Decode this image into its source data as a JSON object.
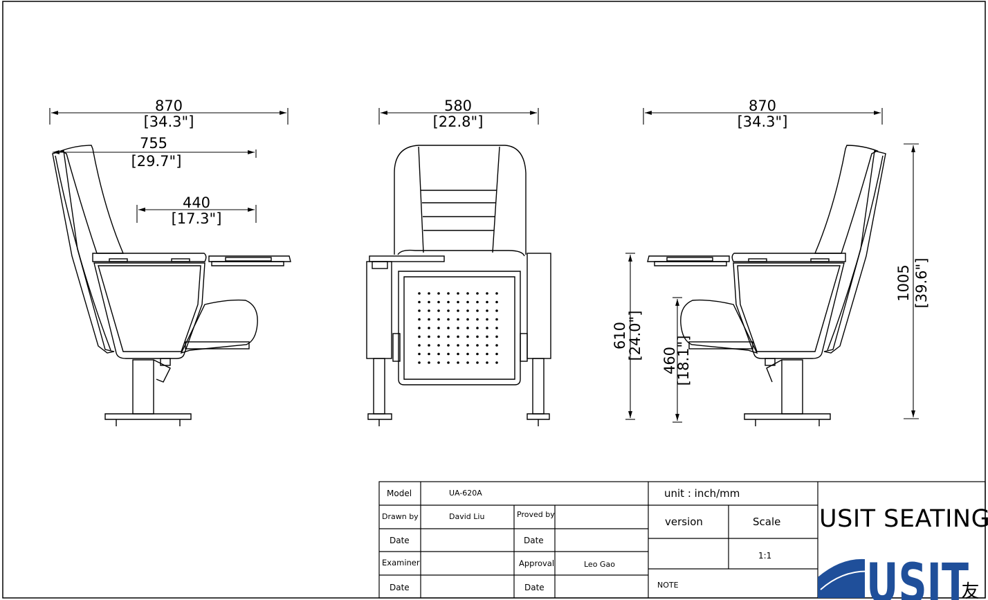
{
  "dimensions": {
    "side_left": {
      "overall_width": {
        "mm": "870",
        "in": "[34.3\"]"
      },
      "back_depth": {
        "mm": "755",
        "in": "[29.7\"]"
      },
      "seat_depth": {
        "mm": "440",
        "in": "[17.3\"]"
      }
    },
    "front": {
      "width": {
        "mm": "580",
        "in": "[22.8\"]"
      }
    },
    "side_right": {
      "overall_width": {
        "mm": "870",
        "in": "[34.3\"]"
      },
      "armrest_height": {
        "mm": "610",
        "in": "[24.0\"]"
      },
      "seat_height": {
        "mm": "460",
        "in": "[18.1\"]"
      },
      "overall_height": {
        "mm": "1005",
        "in": "[39.6\"]"
      }
    }
  },
  "title_block": {
    "model_label": "Model",
    "model_value": "UA-620A",
    "drawn_by_label": "Drawn by",
    "drawn_by_value": "David Liu",
    "proved_by_label": "Proved by",
    "date_label": "Date",
    "examiner_label": "Examiner",
    "approval_label": "Approval",
    "approval_value": "Leo Gao",
    "unit": "unit : inch/mm",
    "version_label": "version",
    "scale_label": "Scale",
    "scale_value": "1:1",
    "note_label": "NOTE",
    "company": "USIT SEATING",
    "logo_text": "USIT",
    "logo_cn": "友诺"
  },
  "colors": {
    "line": "#000000",
    "logo_blue": "#1f4f9a",
    "logo_red": "#d3222a"
  }
}
